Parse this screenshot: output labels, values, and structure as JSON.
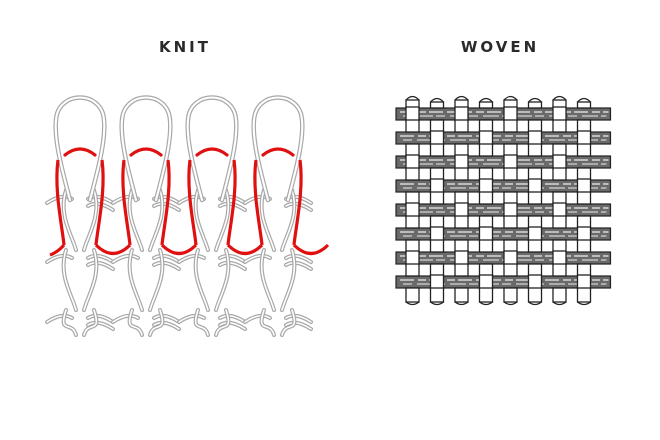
{
  "labels": {
    "knit": "KNIT",
    "woven": "WOVEN"
  },
  "colors": {
    "background": "#ffffff",
    "knit_yarn": "#a8a8a8",
    "knit_highlight": "#e01010",
    "woven_outline": "#222222",
    "woven_fill": "#ffffff",
    "woven_shade": "#6a6a6a",
    "label_text": "#2a2a2a"
  },
  "knit": {
    "loop_count": 4,
    "loop_centers_x": [
      80,
      146,
      212,
      278
    ],
    "highlighted_course": "red"
  },
  "woven": {
    "warp_count": 8,
    "weft_count": 8
  }
}
